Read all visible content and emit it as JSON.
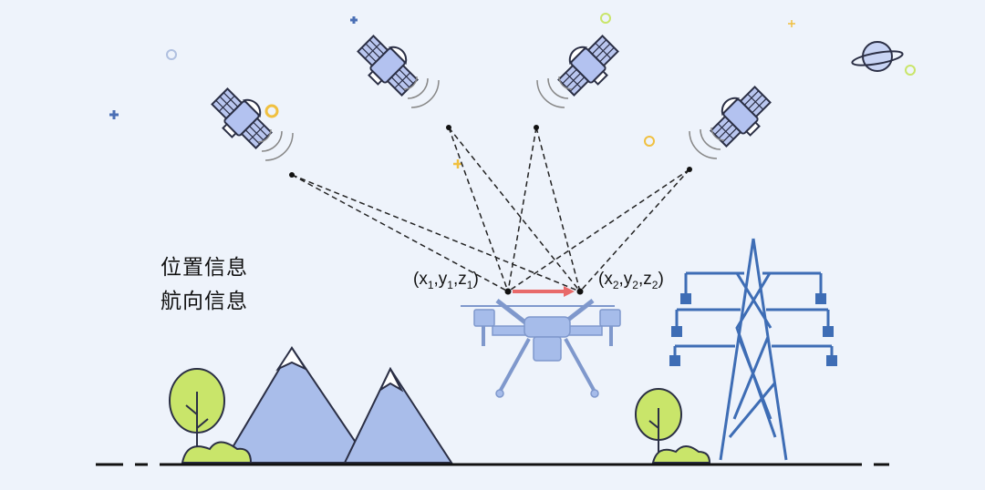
{
  "labels": {
    "position_info": "位置信息",
    "heading_info": "航向信息"
  },
  "coords": {
    "p1": {
      "x": "x",
      "xs": "1",
      "y": "y",
      "ys": "1",
      "z": "z",
      "zs": "1"
    },
    "p2": {
      "x": "x",
      "xs": "2",
      "y": "y",
      "ys": "2",
      "z": "z",
      "zs": "2"
    }
  },
  "colors": {
    "background": "#eef3fb",
    "satellite_body": "#a9b9ec",
    "drone": "#9fb6e6",
    "mountain": "#a6b9ea",
    "tree": "#c9e56a",
    "tower": "#3e6db5",
    "arrow": "#e86a6a"
  }
}
